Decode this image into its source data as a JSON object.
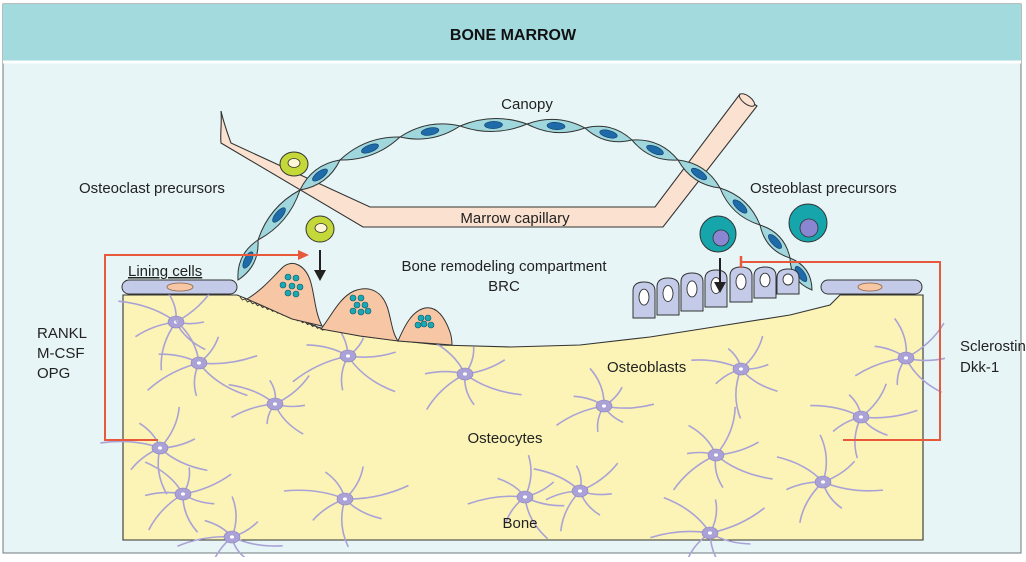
{
  "header": {
    "title": "BONE MARROW"
  },
  "labels": {
    "canopy": "Canopy",
    "osteoclast_precursors": "Osteoclast precursors",
    "osteoblast_precursors": "Osteoblast precursors",
    "marrow_capillary": "Marrow capillary",
    "lining_cells": "Lining cells",
    "compartment_line1": "Bone remodeling compartment",
    "compartment_line2": "BRC",
    "osteoblasts": "Osteoblasts",
    "osteocytes": "Osteocytes",
    "bone": "Bone"
  },
  "signals_left": [
    "RANKL",
    "M-CSF",
    "OPG"
  ],
  "signals_right": [
    "Sclerostin",
    "Dkk-1"
  ],
  "colors": {
    "header_bg": "#a3dade",
    "panel_bg": "#e7f5f6",
    "bone_fill": "#fbf4b6",
    "osteocyte": "#aaa2d6",
    "capillary": "#fbe1cf",
    "canopy_cell": "#9fd7dd",
    "nucleus": "#1f6aa8",
    "osteoclast": "#f7c7a5",
    "granule": "#1aa7b6",
    "osteoblast": "#c3cbe8",
    "signal_line": "#e8593b",
    "precursor_green": "#c4d83a",
    "precursor_teal": "#16a5ab"
  }
}
